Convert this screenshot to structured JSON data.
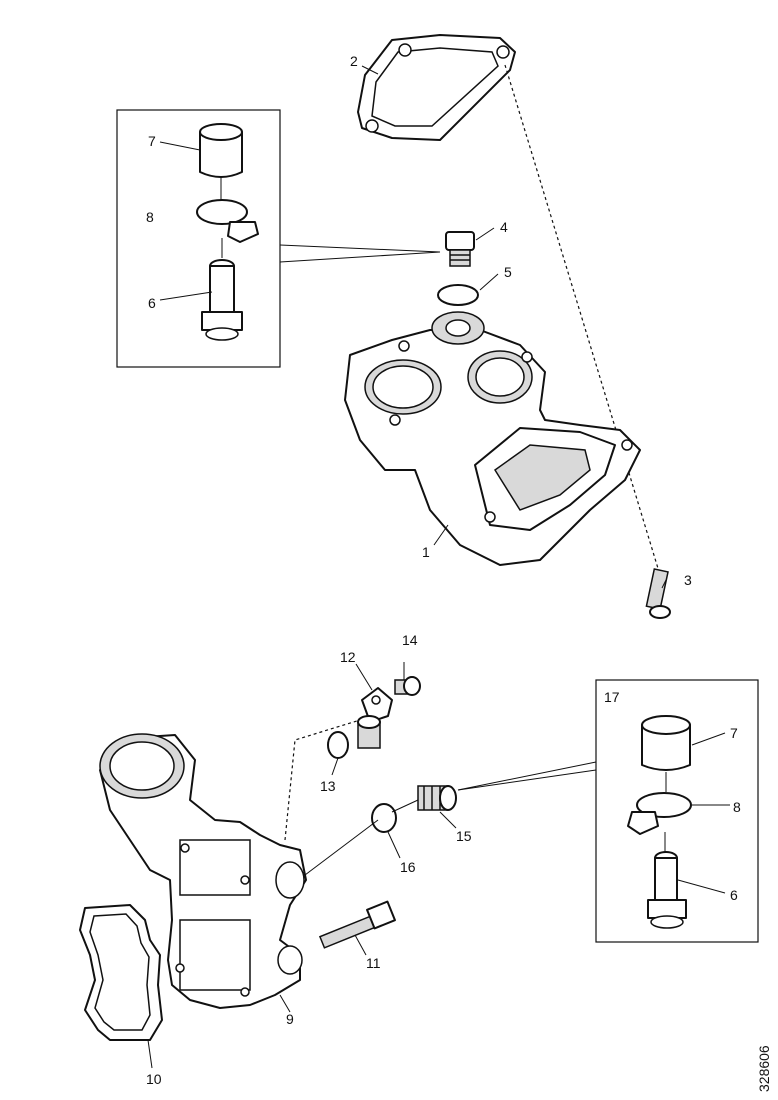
{
  "labels": {
    "l1": "1",
    "l2": "2",
    "l3": "3",
    "l4": "4",
    "l5": "5",
    "l6_top": "6",
    "l7_top": "7",
    "l8_top": "8",
    "l9": "9",
    "l10": "10",
    "l11": "11",
    "l12": "12",
    "l13": "13",
    "l14": "14",
    "l15": "15",
    "l16": "16",
    "l17": "17",
    "l7_bot": "7",
    "l8_bot": "8",
    "l6_bot": "6"
  },
  "drawing_number": "328606"
}
